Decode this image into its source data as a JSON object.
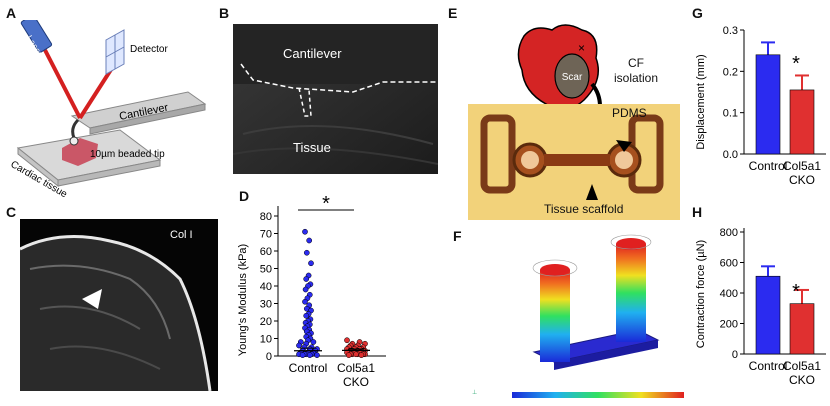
{
  "panels": {
    "A": {
      "letter": "A",
      "laser": "Laser",
      "detector": "Detector",
      "cantilever": "Cantilever",
      "tip": "10µm beaded tip",
      "tissue": "Cardiac tissue"
    },
    "B": {
      "letter": "B",
      "cantilever": "Cantilever",
      "tissue": "Tissue"
    },
    "C": {
      "letter": "C",
      "stain": "Col I"
    },
    "D": {
      "letter": "D",
      "star": "*"
    },
    "E": {
      "letter": "E",
      "scar": "Scar",
      "cf_isolation": "CF\nisolation",
      "pdms": "PDMS",
      "scaffold": "Tissue scaffold"
    },
    "F": {
      "letter": "F"
    },
    "G": {
      "letter": "G",
      "star": "*"
    },
    "H": {
      "letter": "H",
      "star": "*"
    }
  },
  "colors": {
    "control": "#2b2bf0",
    "cko": "#e03030",
    "laser_beam": "#d42020",
    "heart": "#d42424",
    "scar": "#6e6456"
  },
  "chart_data": [
    {
      "id": "D",
      "type": "scatter",
      "ylabel": "Young's Modulus (kPa)",
      "ylim": [
        0,
        80
      ],
      "yticks": [
        0,
        10,
        20,
        30,
        40,
        50,
        60,
        70,
        80
      ],
      "categories": [
        "Control",
        "Col5a1\nCKO"
      ],
      "series": [
        {
          "values": [
            71,
            66,
            59,
            53,
            46,
            44,
            41,
            40,
            38,
            35,
            33,
            31,
            29,
            27,
            26,
            24,
            23,
            21,
            20,
            19,
            18,
            17,
            16,
            15,
            14,
            13,
            12,
            11,
            10,
            9,
            8,
            8,
            7,
            6,
            5,
            5,
            4,
            4,
            3,
            3,
            2,
            2,
            2,
            1,
            1,
            1,
            1,
            0.5,
            0.5,
            0.5
          ]
        },
        {
          "values": [
            9,
            8,
            7,
            7,
            6,
            6,
            5,
            5,
            5,
            4,
            4,
            4,
            4,
            3,
            3,
            3,
            3,
            3,
            2,
            2,
            2,
            2,
            2,
            2,
            1,
            1,
            1,
            1,
            1,
            1,
            0.5,
            0.5
          ]
        }
      ],
      "means": [
        3.0,
        3.2
      ],
      "sem": [
        1.5,
        0.8
      ]
    },
    {
      "id": "G",
      "type": "bar",
      "ylabel": "Displacement (mm)",
      "ylim": [
        0,
        0.3
      ],
      "yticks": [
        0.0,
        0.1,
        0.2,
        0.3
      ],
      "categories": [
        "Control",
        "Col5a1\nCKO"
      ],
      "values": [
        0.24,
        0.155
      ],
      "errors": [
        0.03,
        0.035
      ]
    },
    {
      "id": "H",
      "type": "bar",
      "ylabel": "Contraction force (µN)",
      "ylim": [
        0,
        800
      ],
      "yticks": [
        0,
        200,
        400,
        600,
        800
      ],
      "categories": [
        "Control",
        "Col5a1\nCKO"
      ],
      "values": [
        510,
        330
      ],
      "errors": [
        65,
        90
      ]
    }
  ]
}
